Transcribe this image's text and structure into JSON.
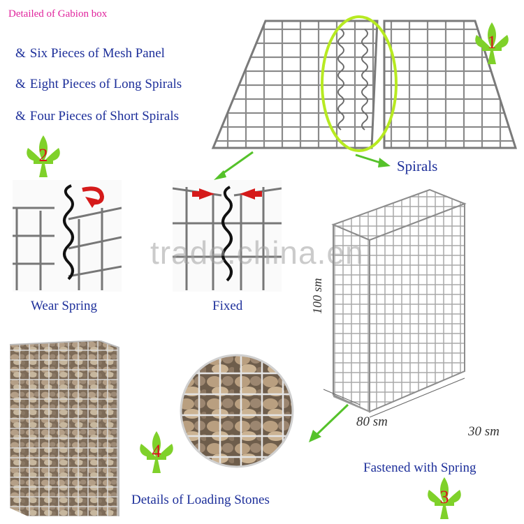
{
  "header": {
    "title": "Detailed of Gabion box"
  },
  "features": [
    {
      "amp": "&",
      "text": "Six Pieces of Mesh Panel"
    },
    {
      "amp": "&",
      "text": "Eight Pieces of Long Spirals"
    },
    {
      "amp": "&",
      "text": "Four Pieces of Short Spirals"
    }
  ],
  "badges": {
    "one": "1",
    "two": "2",
    "three": "3",
    "four": "4"
  },
  "labels": {
    "spirals": "Spirals",
    "wear_spring": "Wear Spring",
    "fixed": "Fixed",
    "fastened": "Fastened with Spring",
    "loading": "Details of Loading Stones"
  },
  "dimensions": {
    "height": "100 sm",
    "width": "80 sm",
    "depth": "30 sm"
  },
  "watermark": "trade.china.en",
  "colors": {
    "title_pink": "#e0239c",
    "text_blue": "#1d2f9a",
    "badge_green": "#7fd12a",
    "badge_red": "#d8141c",
    "arrow_green": "#55c22a"
  }
}
